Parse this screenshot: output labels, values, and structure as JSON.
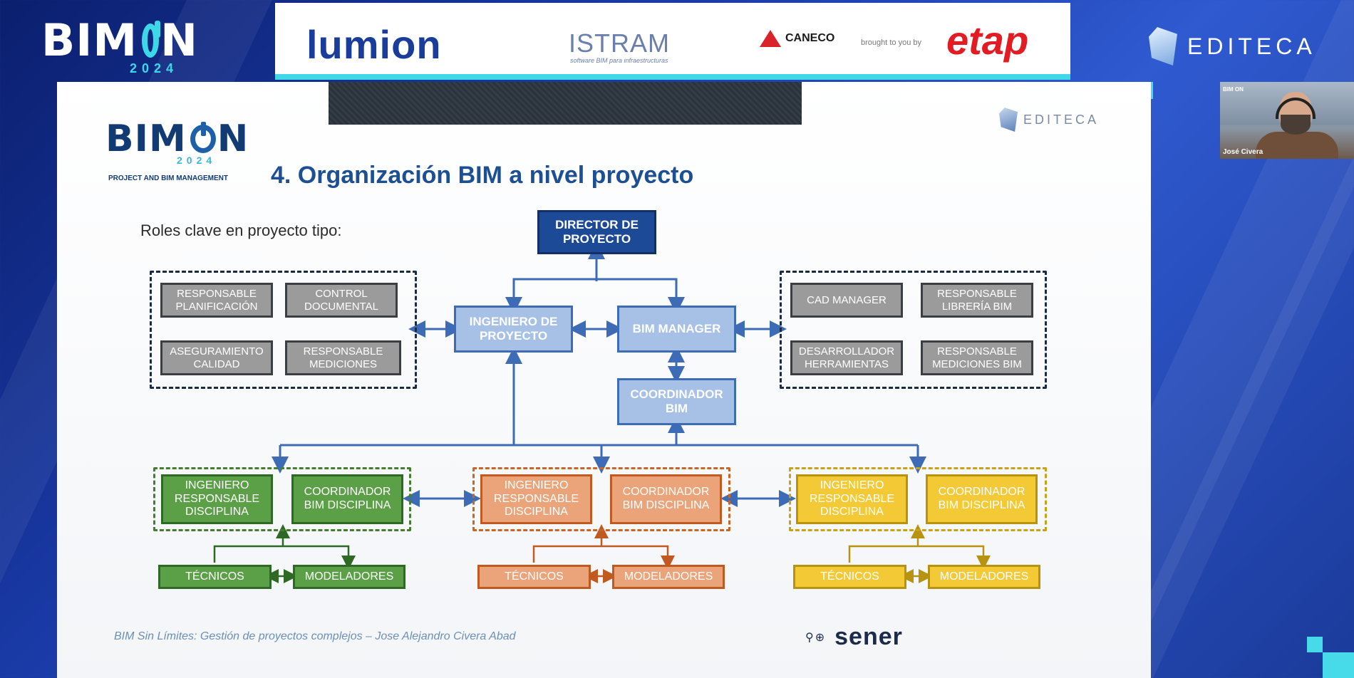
{
  "event": {
    "logo_text": "BIM",
    "logo_on": "N",
    "year": "2024"
  },
  "sponsors": {
    "lumion": "lumion",
    "istram": "ISTRAM",
    "istram_sub": "software BIM para infraestructuras",
    "caneco": "CANECO",
    "brought_by": "brought to you by",
    "etap": "etap"
  },
  "brand": {
    "editeca": "EDITECA"
  },
  "slide": {
    "logo_text": "BIM",
    "logo_on": "N",
    "logo_year": "2024",
    "logo_sub": "PROJECT AND BIM MANAGEMENT",
    "editeca": "EDITECA",
    "title": "4. Organización BIM a nivel proyecto",
    "roles_label": "Roles clave en proyecto tipo:",
    "boxes": {
      "director": "DIRECTOR DE PROYECTO",
      "ingeniero": "INGENIERO DE PROYECTO",
      "bim_manager": "BIM MANAGER",
      "coordinador_bim": "COORDINADOR BIM",
      "responsable_planificacion": "RESPONSABLE PLANIFICACIÓN",
      "control_documental": "CONTROL DOCUMENTAL",
      "aseguramiento_calidad": "ASEGURAMIENTO CALIDAD",
      "responsable_mediciones": "RESPONSABLE MEDICIONES",
      "cad_manager": "CAD MANAGER",
      "responsable_libreria": "RESPONSABLE LIBRERÍA BIM",
      "desarrollador": "DESARROLLADOR HERRAMIENTAS",
      "responsable_mediciones_bim": "RESPONSABLE MEDICIONES BIM",
      "ing_disciplina": "INGENIERO RESPONSABLE DISCIPLINA",
      "coord_disciplina": "COORDINADOR BIM DISCIPLINA",
      "tecnicos": "TÉCNICOS",
      "modeladores": "MODELADORES"
    },
    "footer": "BIM Sin Límites: Gestión de proyectos complejos – Jose Alejandro Civera Abad",
    "sener": "sener"
  },
  "webcam": {
    "name": "José Civera",
    "mini_logo": "BIM ON"
  },
  "colors": {
    "accent_teal": "#47dbe9",
    "title_blue": "#1d4f95",
    "green": "#5ba046",
    "orange": "#eba47a",
    "yellow": "#f4c936"
  }
}
